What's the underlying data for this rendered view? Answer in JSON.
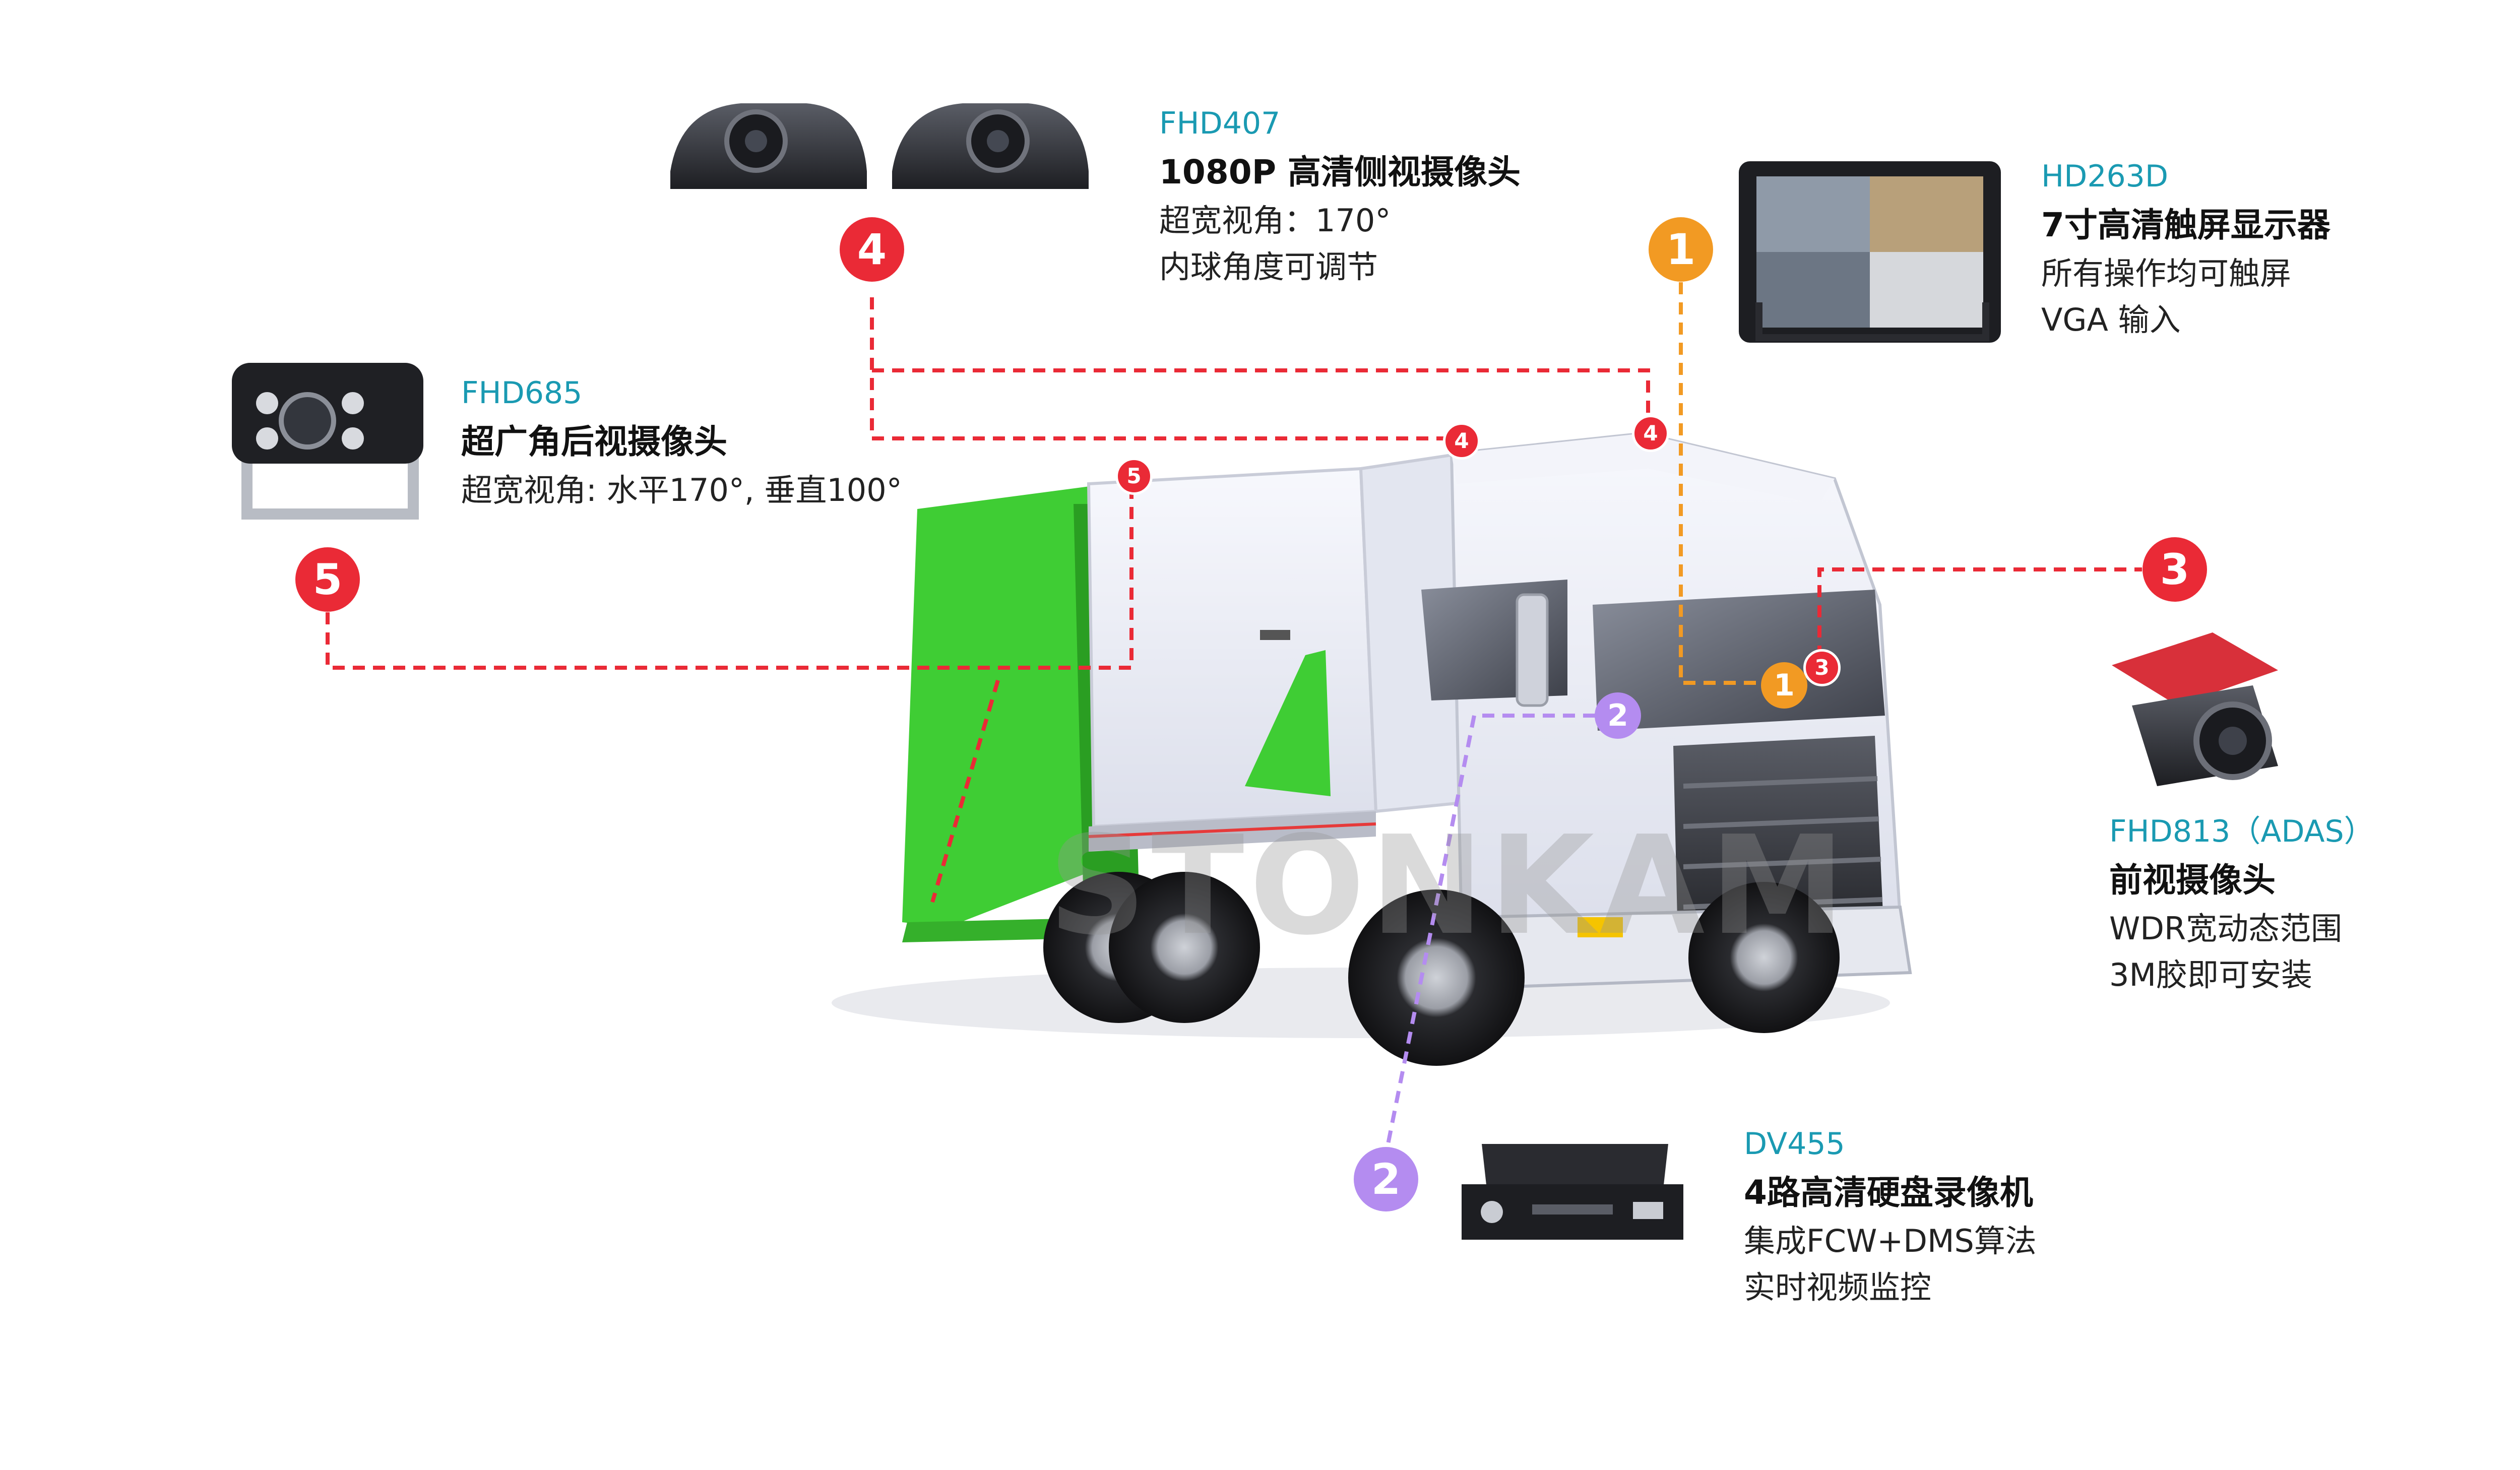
{
  "colors": {
    "red": "#ea2a36",
    "orange": "#f29a23",
    "purple": "#b48cf0",
    "model_text": "#1a9ab2",
    "truck_green": "#3fcd34",
    "truck_body": "#eef0f8"
  },
  "watermark": "STONKAM",
  "devices": [
    {
      "id": "fhd407",
      "badge": "4",
      "model": "FHD407",
      "title": "1080P 高清侧视摄像头",
      "desc": [
        "超宽视角：170°",
        "内球角度可调节"
      ],
      "icon": "side-camera-icon"
    },
    {
      "id": "hd263d",
      "badge": "1",
      "model": "HD263D",
      "title": "7寸高清触屏显示器",
      "desc": [
        "所有操作均可触屏",
        "VGA 输入"
      ],
      "icon": "monitor-icon"
    },
    {
      "id": "fhd685",
      "badge": "5",
      "model": "FHD685",
      "title": "超广角后视摄像头",
      "desc": [
        "超宽视角: 水平170°, 垂直100°"
      ],
      "icon": "rear-camera-icon"
    },
    {
      "id": "fhd813",
      "badge": "3",
      "model": "FHD813（ADAS）",
      "title": "前视摄像头",
      "desc": [
        "WDR宽动态范围",
        "3M胶即可安装"
      ],
      "icon": "dash-camera-icon"
    },
    {
      "id": "dv455",
      "badge": "2",
      "model": "DV455",
      "title": "4路高清硬盘录像机",
      "desc": [
        "集成FCW+DMS算法",
        "实时视频监控"
      ],
      "icon": "dvr-icon"
    }
  ],
  "truck_markers": [
    "4",
    "4",
    "5",
    "3",
    "1",
    "2"
  ]
}
